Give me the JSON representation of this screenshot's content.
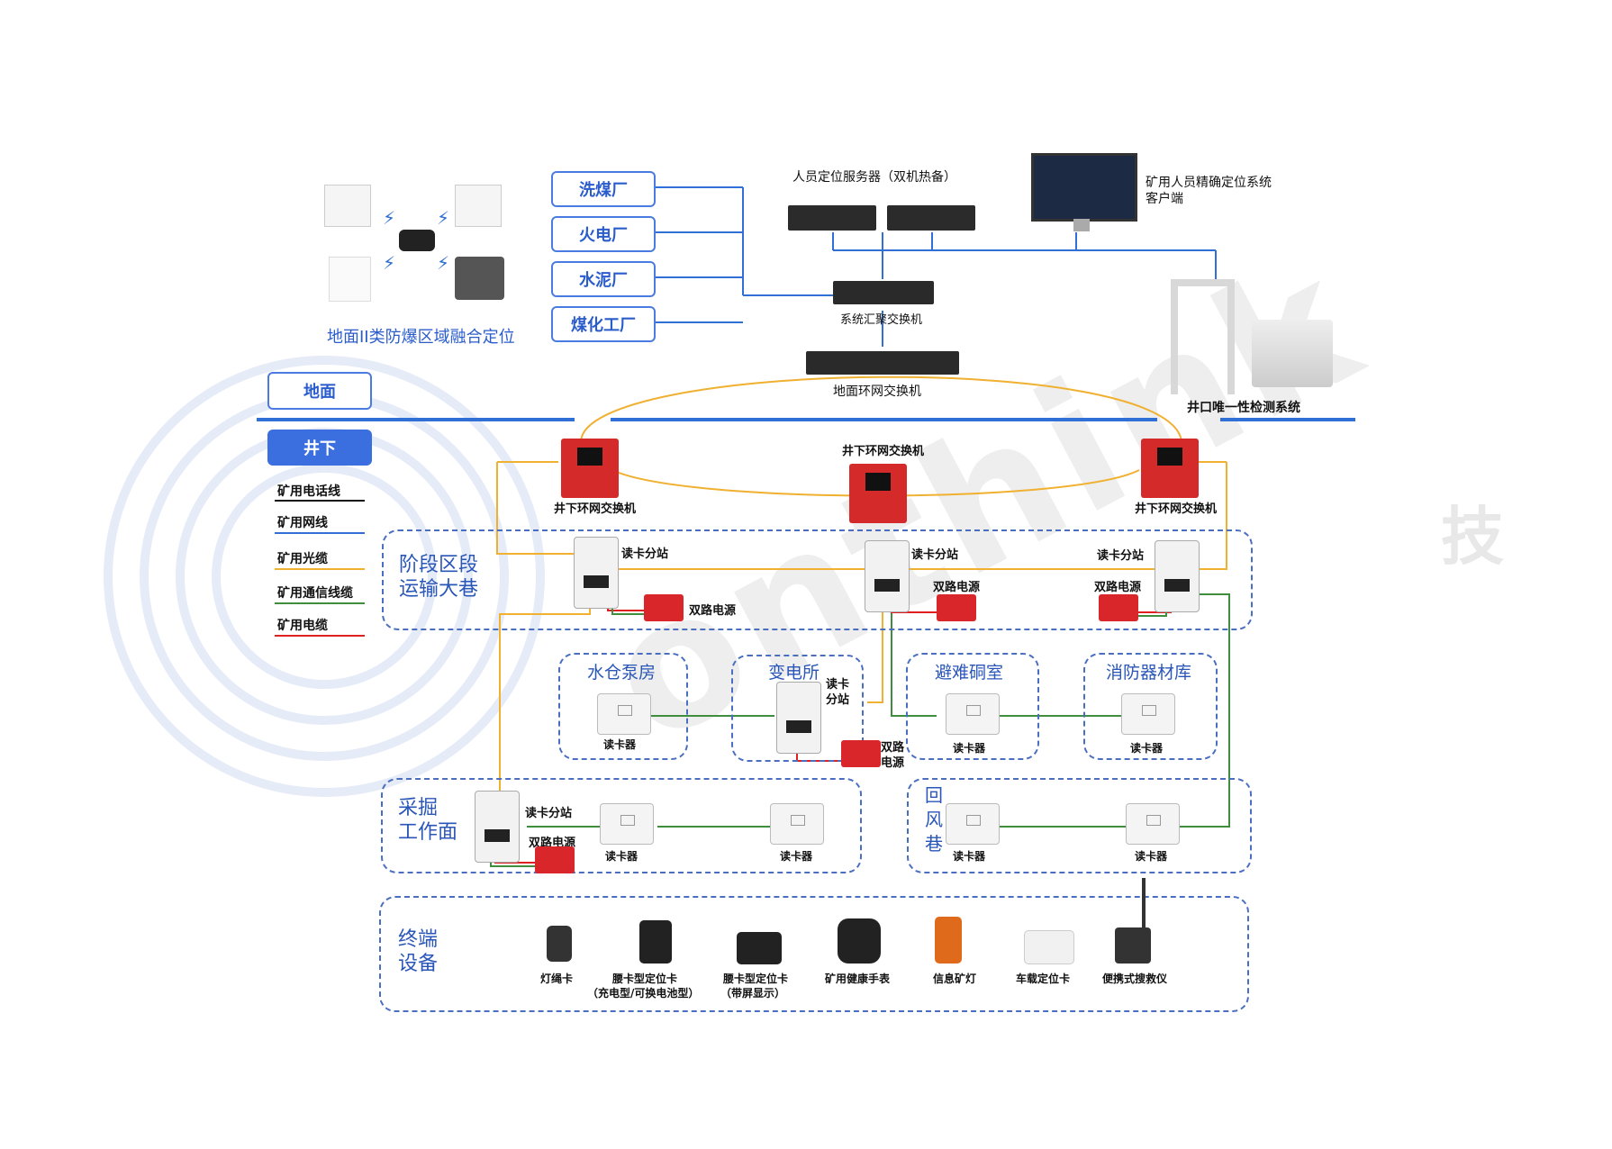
{
  "industries": [
    "洗煤厂",
    "火电厂",
    "水泥厂",
    "煤化工厂"
  ],
  "ground_zone_title": "地面II类防爆区域融合定位",
  "server_label": "人员定位服务器（双机热备）",
  "client_label_1": "矿用人员精确定位系统",
  "client_label_2": "客户端",
  "agg_switch_label": "系统汇聚交换机",
  "ground_ring_switch_label": "地面环网交换机",
  "wellhead_label": "井口唯一性检测系统",
  "ground_tab": "地面",
  "underground_tab": "井下",
  "legend": [
    {
      "label": "矿用电话线",
      "color": "#111111"
    },
    {
      "label": "矿用网线",
      "color": "#2f6fd6"
    },
    {
      "label": "矿用光缆",
      "color": "#f0b030"
    },
    {
      "label": "矿用通信线缆",
      "color": "#3e8e3e"
    },
    {
      "label": "矿用电缆",
      "color": "#e02020"
    }
  ],
  "underground_ring_switch": "井下环网交换机",
  "zones": {
    "transport": "阶段区段\n运输大巷",
    "sump": "水仓泵房",
    "substation": "变电所",
    "refuge": "避难硐室",
    "fire": "消防器材库",
    "mining": "采掘\n工作面",
    "return_air": "回\n风\n巷",
    "terminal": "终端\n设备"
  },
  "reader_substation": "读卡分站",
  "reader_substation_split": "读卡\n分站",
  "dual_power": "双路电源",
  "dual_power_split": "双路\n电源",
  "card_reader": "读卡器",
  "terminals": [
    {
      "name": "灯绳卡",
      "sub": ""
    },
    {
      "name": "腰卡型定位卡",
      "sub": "（充电型/可换电池型）"
    },
    {
      "name": "腰卡型定位卡",
      "sub": "（带屏显示）"
    },
    {
      "name": "矿用健康手表",
      "sub": ""
    },
    {
      "name": "信息矿灯",
      "sub": ""
    },
    {
      "name": "车载定位卡",
      "sub": ""
    },
    {
      "name": "便携式搜救仪",
      "sub": ""
    }
  ],
  "watermark": "onthink",
  "watermark_cn": "技"
}
